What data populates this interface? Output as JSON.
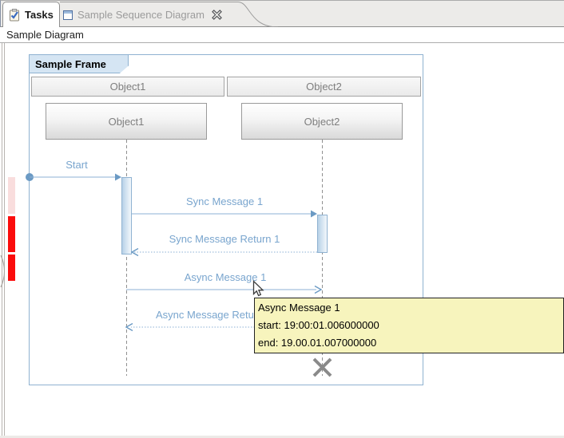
{
  "tab_bar": {
    "tabs": [
      {
        "label": "Tasks",
        "active": true
      },
      {
        "label": "Sample Sequence Diagram",
        "active": false,
        "closable": true
      }
    ]
  },
  "toolbar": {
    "title": "Sample Diagram"
  },
  "diagram": {
    "frame_label": "Sample Frame",
    "lifelines": [
      {
        "header_label": "Object1",
        "box_label": "Object1"
      },
      {
        "header_label": "Object2",
        "box_label": "Object2"
      }
    ],
    "messages": [
      {
        "label": "Start",
        "type": "found"
      },
      {
        "label": "Sync Message 1",
        "type": "sync"
      },
      {
        "label": "Sync Message Return 1",
        "type": "return"
      },
      {
        "label": "Async Message 1",
        "type": "async"
      },
      {
        "label": "Async Message Return 1",
        "type": "return"
      }
    ]
  },
  "tooltip": {
    "line1": "Async Message 1",
    "line2": "start: 19:00:01.006000000",
    "line3": "end: 19.00.01.007000000"
  },
  "colors": {
    "accent_blue": "#79A5CE",
    "message_line": "#8CB0D4",
    "arrow_fill": "#6B9AC4",
    "frame_border": "#8FB2D1",
    "frame_label_bg": "#D5E5F3",
    "activation_fill_start": "#B7D1E7",
    "activation_fill_end": "#F3F8FC",
    "tooltip_bg": "#F7F4BD",
    "marker_pink": "#F9DDDD",
    "marker_red": "#FB0C0C",
    "object_text": "#7E7E7E",
    "lifeline_gray": "#909090",
    "destroy_gray": "#8A8A8A"
  }
}
